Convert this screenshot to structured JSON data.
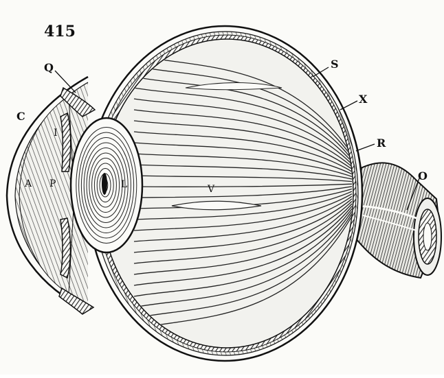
{
  "figure": {
    "number": "415",
    "labels": {
      "S": "S",
      "X": "X",
      "R": "R",
      "O": "O",
      "Q": "Q",
      "C": "C",
      "I": "I",
      "A": "A",
      "P": "P",
      "L": "L",
      "V": "V"
    }
  },
  "colors": {
    "ink": "#111111",
    "paper": "#fbfbf8",
    "shade": "#2a2a2a"
  }
}
